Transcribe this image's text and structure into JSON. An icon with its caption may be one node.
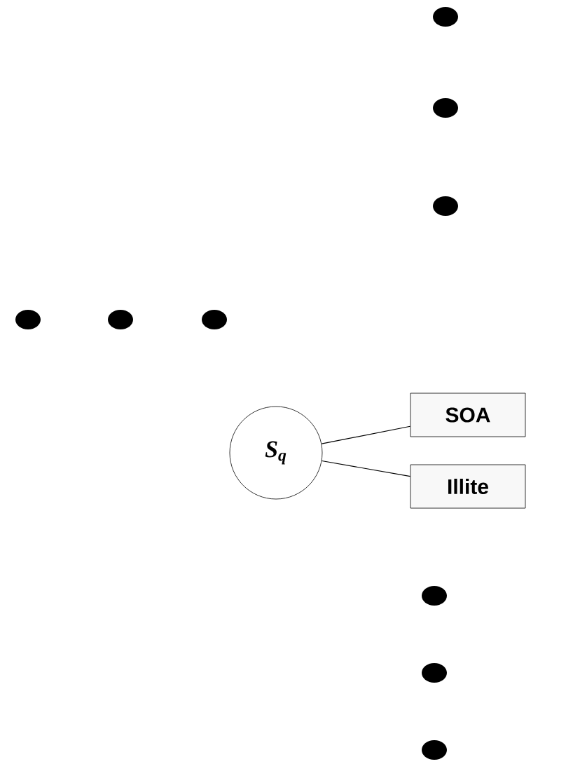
{
  "diagram": {
    "nodes": [
      {
        "text": [
          "S$_{q}$"
        ]
      },
      {
        "text": [
          "SOA"
        ]
      },
      {
        "text": [
          "Illite"
        ]
      }
    ],
    "edges": [
      {
        "from": 0,
        "to": 1,
        "arrow": "none"
      },
      {
        "from": 0,
        "to": 2,
        "arrow": "none"
      }
    ]
  }
}
